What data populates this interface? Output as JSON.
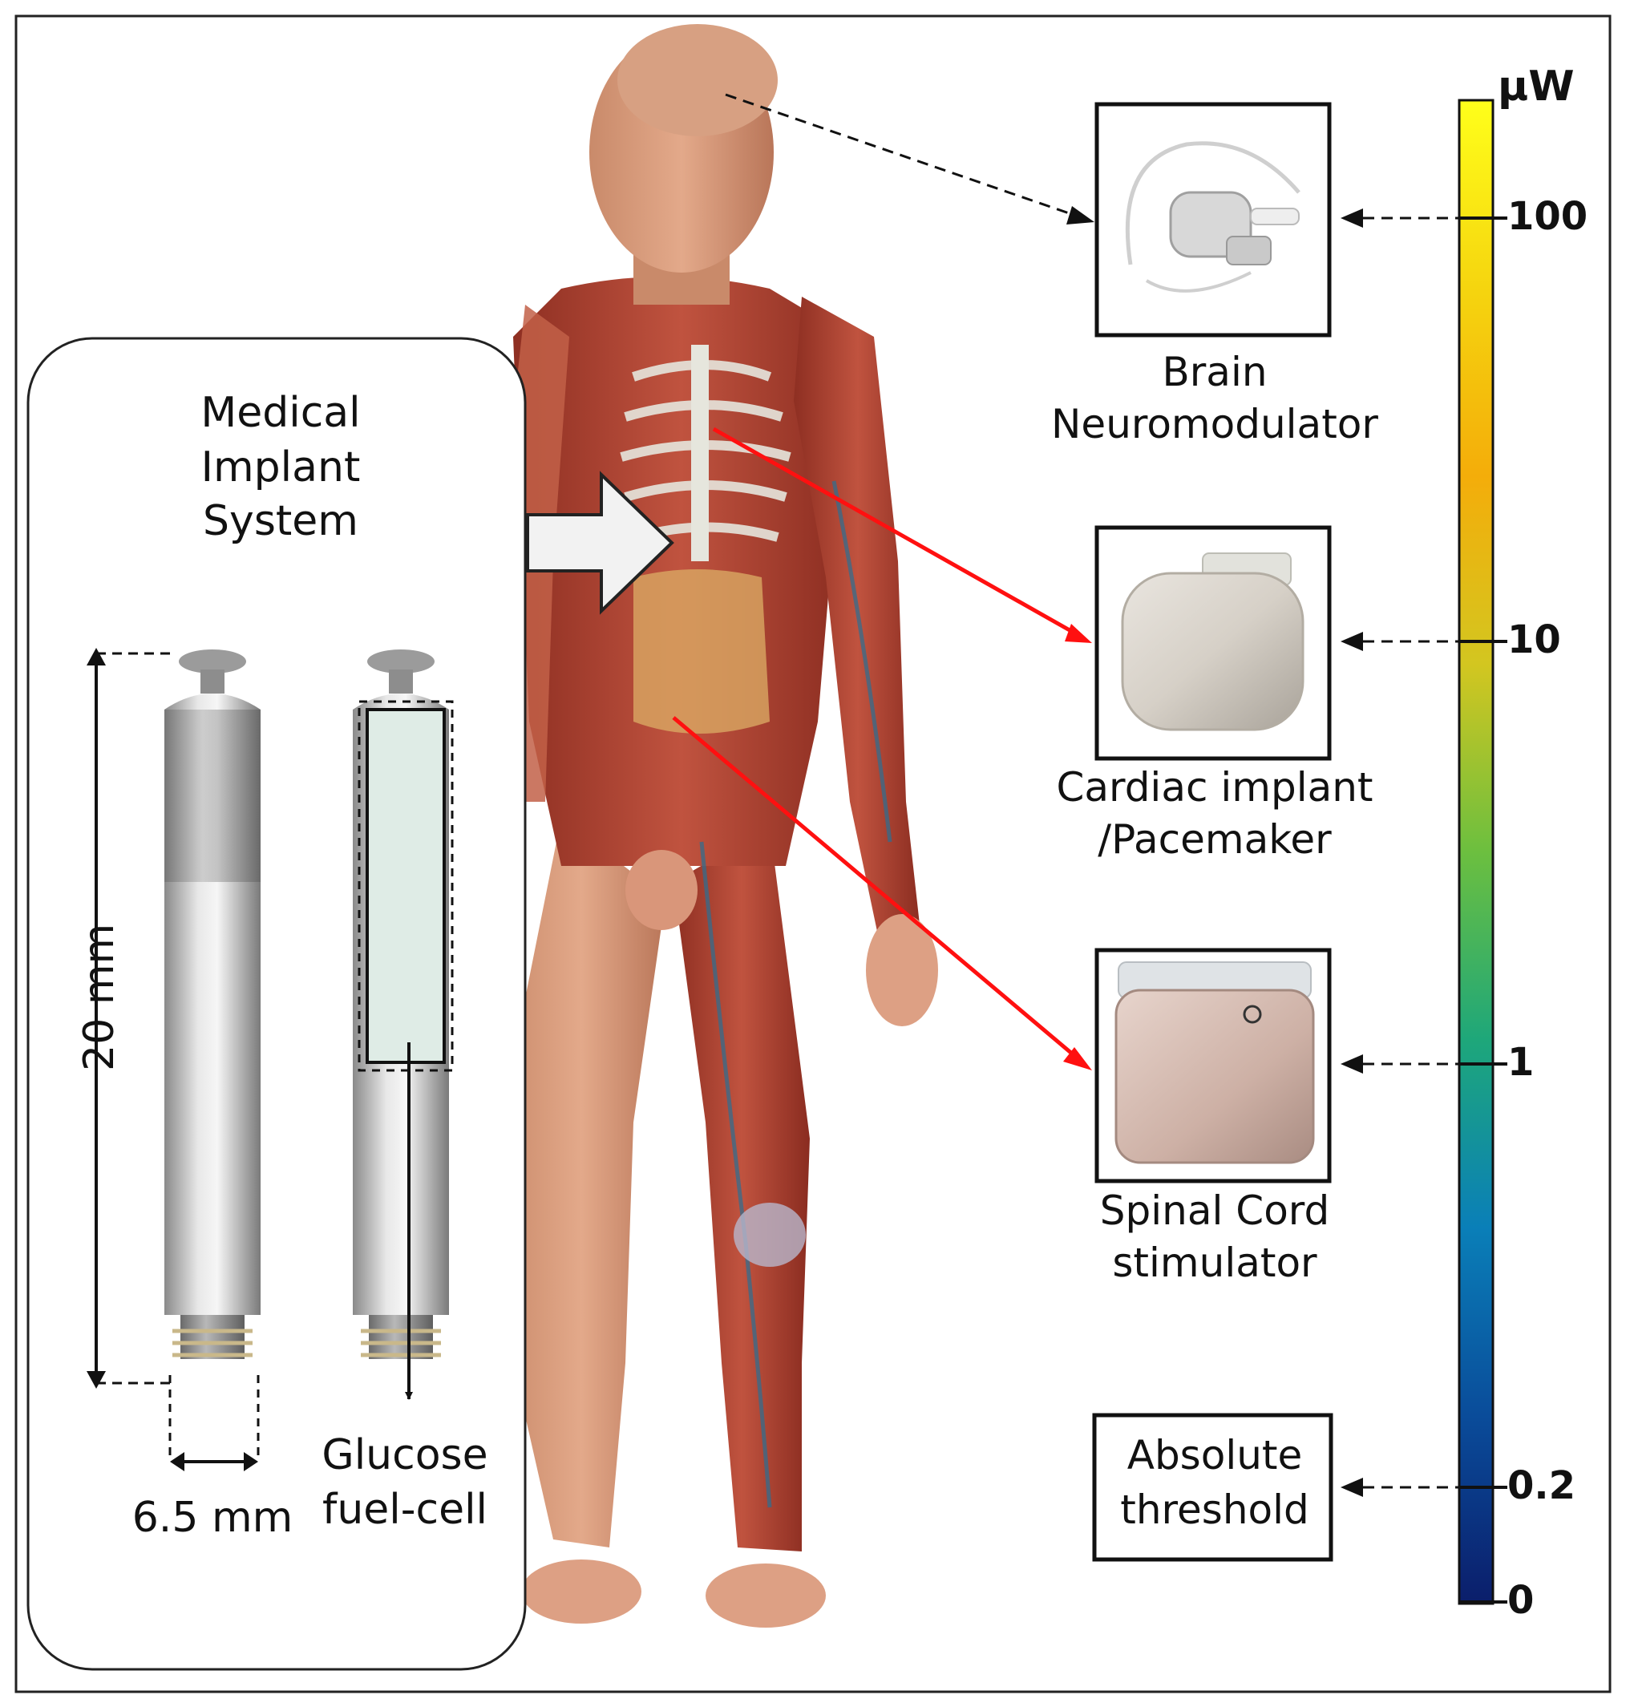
{
  "panel": {
    "title_lines": [
      "Medical",
      "Implant",
      "System"
    ],
    "height_label": "20 mm",
    "width_label": "6.5 mm",
    "fuel_cell_lines": [
      "Glucose",
      "fuel-cell"
    ]
  },
  "devices": [
    {
      "name": "brain",
      "lines": [
        "Brain",
        "Neuromodulator"
      ],
      "power_uW": 100
    },
    {
      "name": "cardiac",
      "lines": [
        "Cardiac implant",
        "/Pacemaker"
      ],
      "power_uW": 10
    },
    {
      "name": "spinal",
      "lines": [
        "Spinal Cord",
        "stimulator"
      ],
      "power_uW": 1
    },
    {
      "name": "threshold",
      "lines": [
        "Absolute",
        "threshold"
      ],
      "power_uW": 0.2
    }
  ],
  "colorbar": {
    "unit": "μW",
    "ticks": [
      "100",
      "10",
      "1",
      "0.2",
      "0"
    ],
    "colors": [
      "#ffff1a",
      "#f5d50f",
      "#f4ad0a",
      "#d3c620",
      "#6cbf3f",
      "#1ea77a",
      "#0a7fb8",
      "#0a4c9a",
      "#0b1e6b"
    ]
  },
  "colors": {
    "arrow_red": "#ff1010",
    "arrow_dashed": "#111111"
  }
}
